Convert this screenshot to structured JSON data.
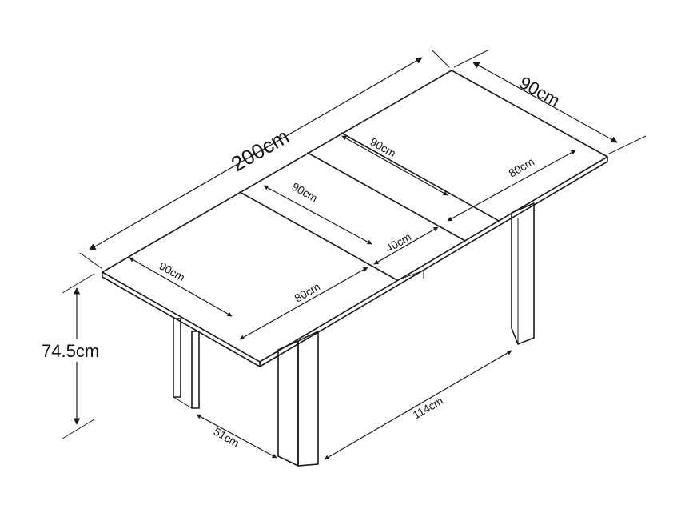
{
  "dimensions": {
    "total_length": "200cm",
    "depth": "90cm",
    "height": "74.5cm",
    "leaf_depth_1": "90cm",
    "leaf_width_1": "80cm",
    "leaf_depth_2": "90cm",
    "leaf_width_2": "40cm",
    "leaf_depth_3": "90cm",
    "leaf_width_3": "80cm",
    "base_depth": "51cm",
    "base_length": "114cm"
  },
  "colors": {
    "stroke": "#1a1a1a",
    "background": "#ffffff"
  }
}
